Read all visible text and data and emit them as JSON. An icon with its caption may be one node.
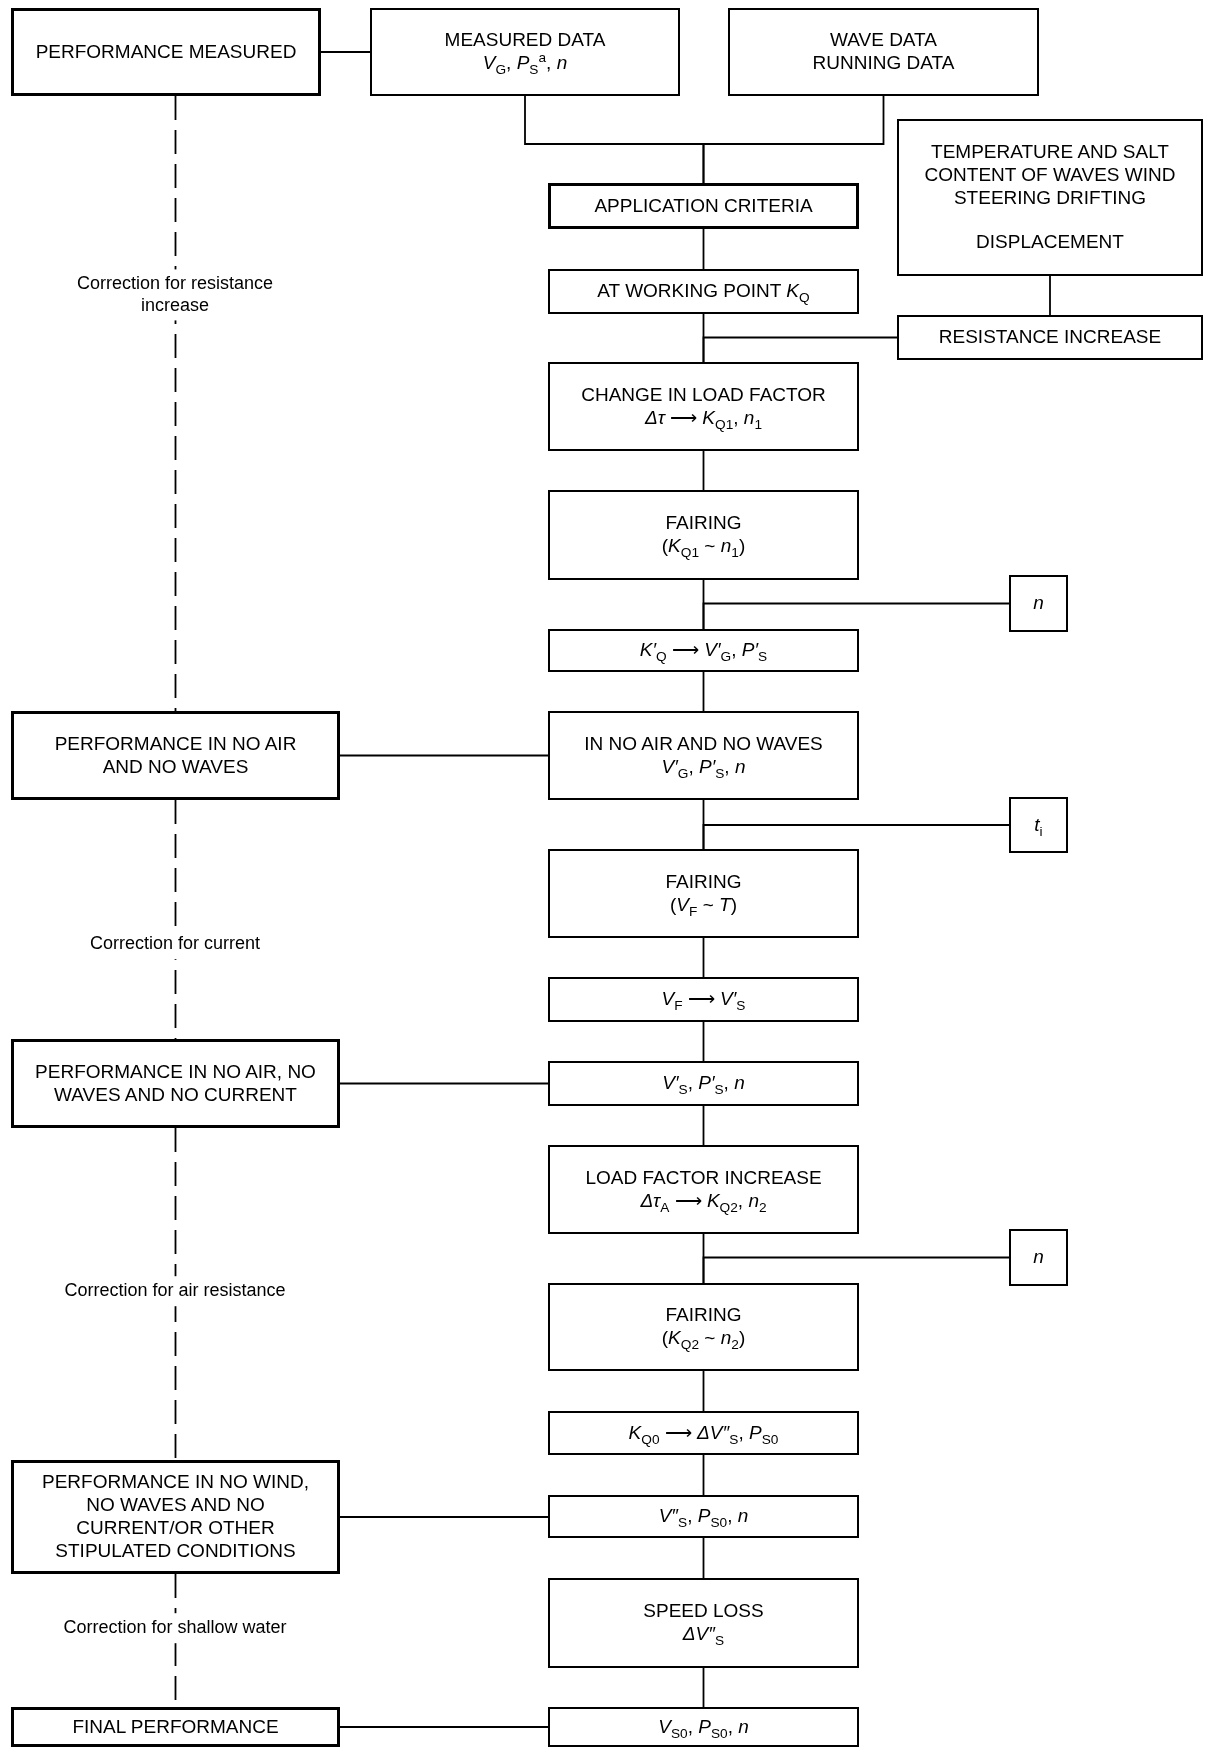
{
  "diagram": {
    "nodes": [
      {
        "text": [
          "PERFORMANCE MEASURED"
        ]
      },
      {
        "text": [
          "MEASURED DATA",
          "*V*$_{G}$, *P*$_{S}$$^{a}$, *n*"
        ]
      },
      {
        "text": [
          "WAVE DATA",
          "RUNNING DATA"
        ]
      },
      {
        "text": [
          "TEMPERATURE AND SALT CONTENT OF WAVES WIND STEERING DRIFTING",
          "DISPLACEMENT"
        ]
      },
      {
        "text": [
          "APPLICATION CRITERIA"
        ]
      },
      {
        "text": [
          "AT WORKING POINT *K*$_{Q}$"
        ]
      },
      {
        "text": [
          "RESISTANCE INCREASE"
        ]
      },
      {
        "text": [
          "CHANGE IN LOAD FACTOR",
          "*Δτ* ⟶ *K*$_{Q1}$, *n*$_{1}$"
        ]
      },
      {
        "text": [
          "FAIRING",
          "(*K*$_{Q1}$ ~ *n*$_{1}$)"
        ]
      },
      {
        "text": [
          "*n*"
        ]
      },
      {
        "text": [
          "*K′*$_{Q}$ ⟶ *V′*$_{G}$, *P′*$_{S}$"
        ]
      },
      {
        "text": [
          "PERFORMANCE IN NO AIR AND NO WAVES"
        ]
      },
      {
        "text": [
          "IN NO AIR AND NO WAVES",
          "*V′*$_{G}$, *P′*$_{S}$, *n*"
        ]
      },
      {
        "text": [
          "*t*$_{i}$"
        ]
      },
      {
        "text": [
          "FAIRING",
          "(*V*$_{F}$ ~ *T*)"
        ]
      },
      {
        "text": [
          "*V*$_{F}$ ⟶ *V′*$_{S}$"
        ]
      },
      {
        "text": [
          "PERFORMANCE IN NO AIR, NO WAVES AND NO CURRENT"
        ]
      },
      {
        "text": [
          "*V′*$_{S}$, *P′*$_{S}$, *n*"
        ]
      },
      {
        "text": [
          "LOAD FACTOR INCREASE",
          "*Δτ*$_{A}$ ⟶ *K*$_{Q2}$, *n*$_{2}$"
        ]
      },
      {
        "text": [
          "*n*"
        ]
      },
      {
        "text": [
          "FAIRING",
          "(*K*$_{Q2}$ ~ *n*$_{2}$)"
        ]
      },
      {
        "text": [
          "*K*$_{Q0}$ ⟶ *ΔV″*$_{S}$, *P*$_{S0}$"
        ]
      },
      {
        "text": [
          "PERFORMANCE IN NO WIND, NO WAVES AND NO CURRENT/OR OTHER STIPULATED CONDITIONS"
        ]
      },
      {
        "text": [
          "*V″*$_{S}$, *P*$_{S0}$, *n*"
        ]
      },
      {
        "text": [
          "SPEED LOSS",
          "*ΔV″*$_{S}$"
        ]
      },
      {
        "text": [
          "FINAL PERFORMANCE"
        ]
      },
      {
        "text": [
          "*V*$_{S0}$, *P*$_{S0}$, *n*"
        ]
      }
    ],
    "edges": [
      {
        "from": 0,
        "to": 1,
        "arrow": "none"
      },
      {
        "from": 1,
        "to": 4,
        "arrow": "none"
      },
      {
        "from": 2,
        "to": 4,
        "arrow": "none"
      },
      {
        "from": 4,
        "to": 5,
        "arrow": "none"
      },
      {
        "from": 3,
        "to": 6,
        "arrow": "none"
      },
      {
        "from": 5,
        "to": 7,
        "arrow": "none"
      },
      {
        "from": 6,
        "to": 7,
        "arrow": "none"
      },
      {
        "from": 7,
        "to": 8,
        "arrow": "none"
      },
      {
        "from": 8,
        "to": 10,
        "arrow": "none"
      },
      {
        "from": 9,
        "to": 10,
        "arrow": "none"
      },
      {
        "from": 0,
        "to": 11,
        "arrow": "none",
        "label": "Correction for resistance increase",
        "style": "dashed"
      },
      {
        "from": 10,
        "to": 12,
        "arrow": "none"
      },
      {
        "from": 11,
        "to": 12,
        "arrow": "none"
      },
      {
        "from": 12,
        "to": 14,
        "arrow": "none"
      },
      {
        "from": 13,
        "to": 14,
        "arrow": "none"
      },
      {
        "from": 14,
        "to": 15,
        "arrow": "none"
      },
      {
        "from": 11,
        "to": 16,
        "arrow": "none",
        "label": "Correction for current",
        "style": "dashed"
      },
      {
        "from": 15,
        "to": 17,
        "arrow": "none"
      },
      {
        "from": 16,
        "to": 17,
        "arrow": "none"
      },
      {
        "from": 17,
        "to": 18,
        "arrow": "none"
      },
      {
        "from": 18,
        "to": 20,
        "arrow": "none"
      },
      {
        "from": 19,
        "to": 20,
        "arrow": "none"
      },
      {
        "from": 16,
        "to": 22,
        "arrow": "none",
        "label": "Correction for air resistance",
        "style": "dashed"
      },
      {
        "from": 20,
        "to": 21,
        "arrow": "none"
      },
      {
        "from": 21,
        "to": 23,
        "arrow": "none"
      },
      {
        "from": 22,
        "to": 23,
        "arrow": "none"
      },
      {
        "from": 23,
        "to": 24,
        "arrow": "none"
      },
      {
        "from": 22,
        "to": 25,
        "arrow": "none",
        "label": "Correction for shallow water",
        "style": "dashed"
      },
      {
        "from": 24,
        "to": 26,
        "arrow": "none"
      },
      {
        "from": 25,
        "to": 26,
        "arrow": "none"
      }
    ]
  }
}
